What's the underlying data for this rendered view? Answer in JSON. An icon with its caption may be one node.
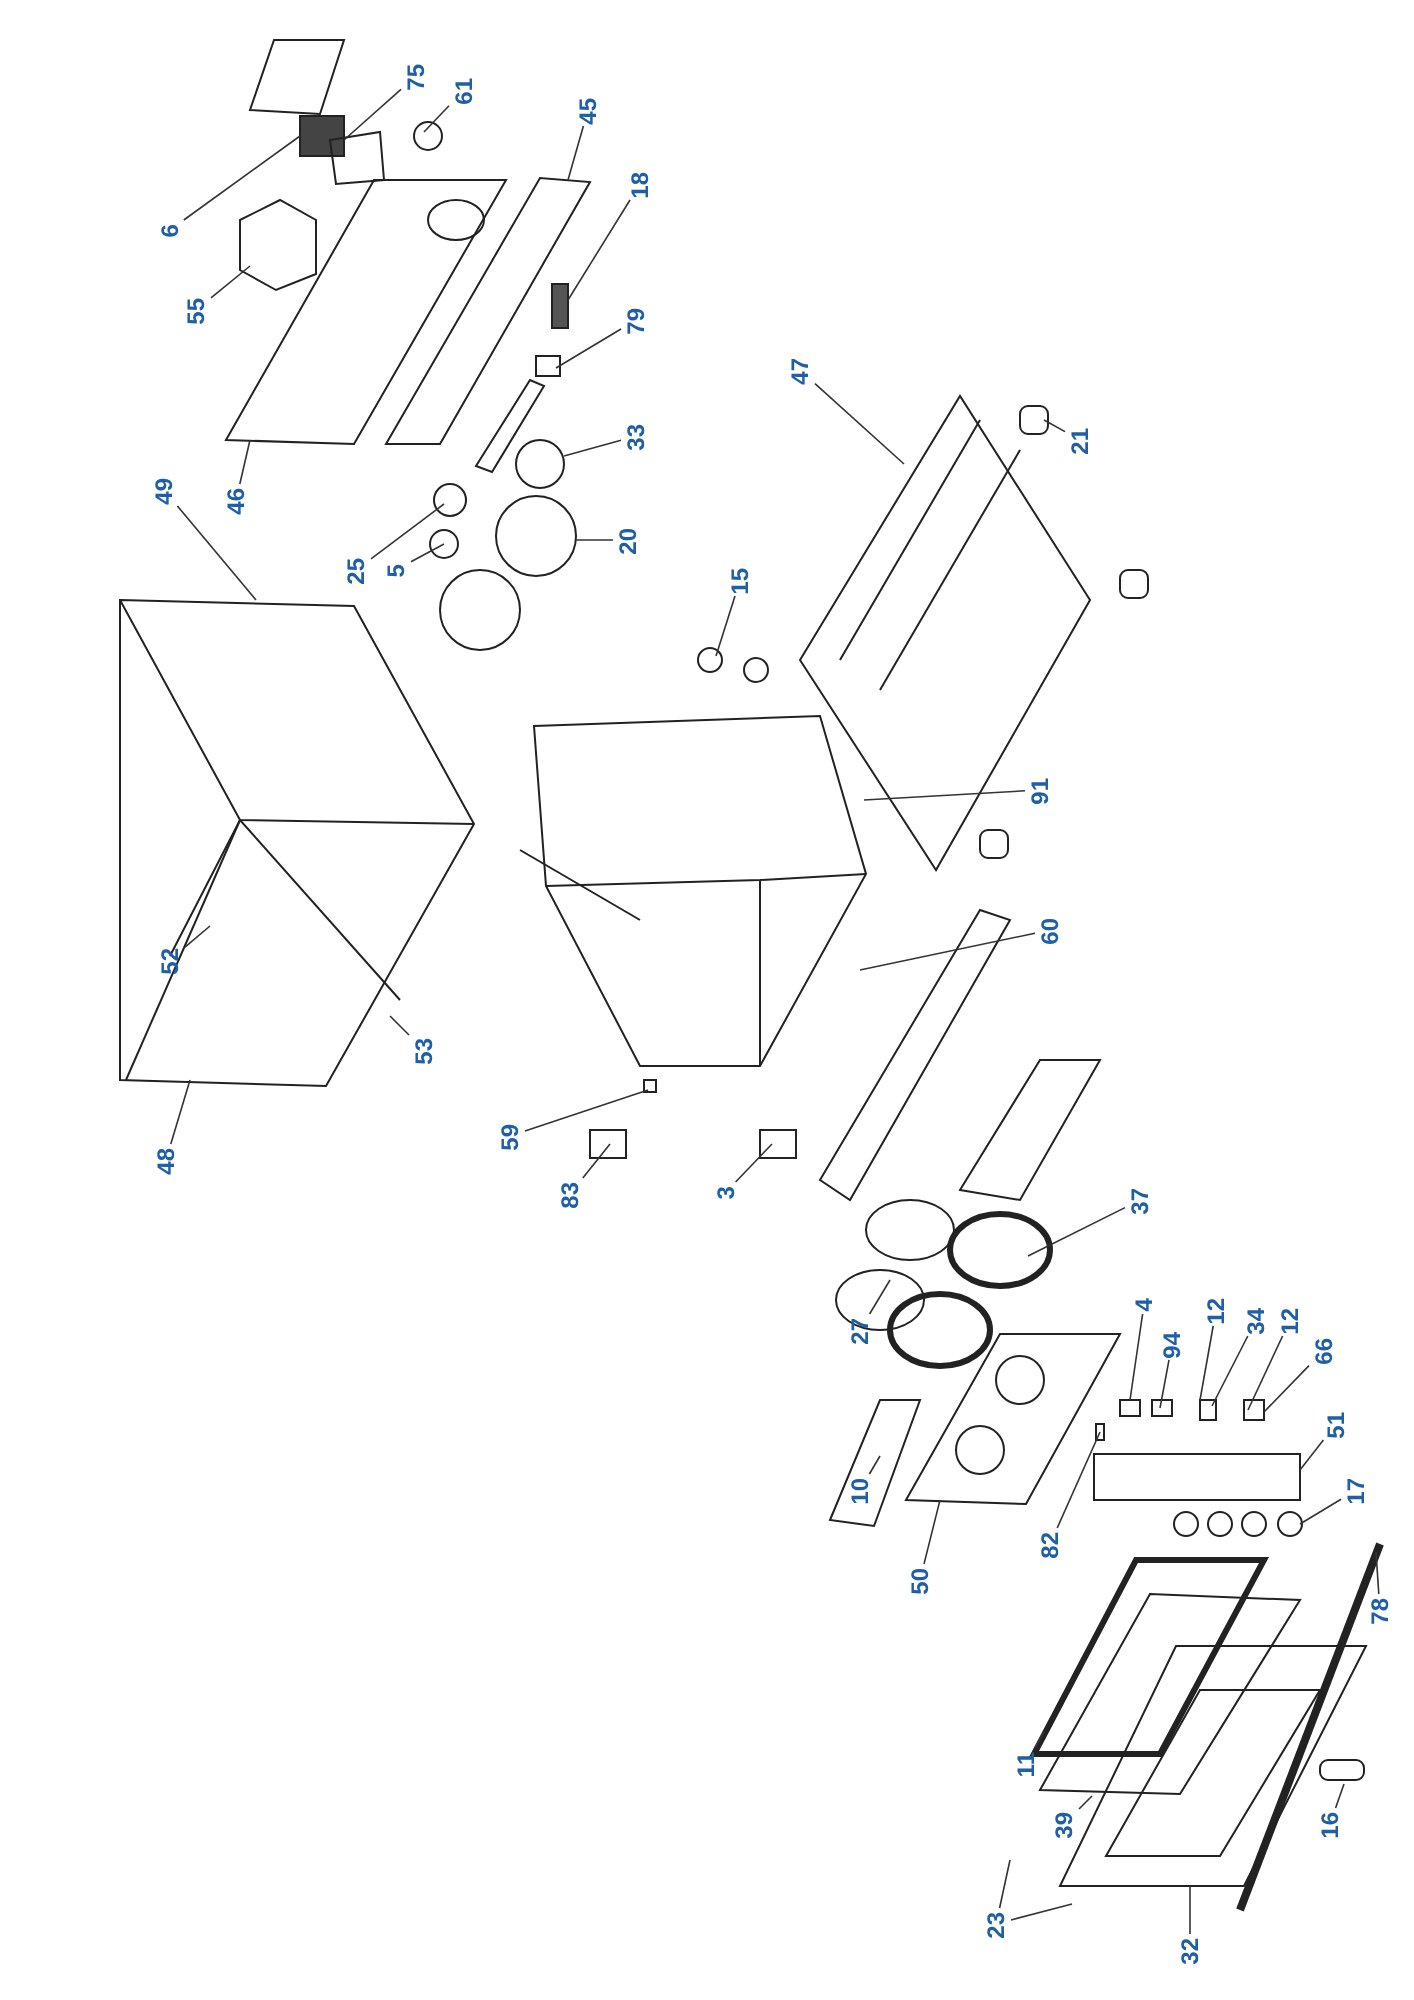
{
  "diagram": {
    "nodes": [
      {
        "text": [
          "6"
        ]
      },
      {
        "text": [
          "75"
        ]
      },
      {
        "text": [
          "61"
        ]
      },
      {
        "text": [
          "45"
        ]
      },
      {
        "text": [
          "18"
        ]
      },
      {
        "text": [
          "79"
        ]
      },
      {
        "text": [
          "33"
        ]
      },
      {
        "text": [
          "55"
        ]
      },
      {
        "text": [
          "46"
        ]
      },
      {
        "text": [
          "49"
        ]
      },
      {
        "text": [
          "25"
        ]
      },
      {
        "text": [
          "5"
        ]
      },
      {
        "text": [
          "20"
        ]
      },
      {
        "text": [
          "15"
        ]
      },
      {
        "text": [
          "47"
        ]
      },
      {
        "text": [
          "21"
        ]
      },
      {
        "text": [
          "91"
        ]
      },
      {
        "text": [
          "60"
        ]
      },
      {
        "text": [
          "52"
        ]
      },
      {
        "text": [
          "53"
        ]
      },
      {
        "text": [
          "48"
        ]
      },
      {
        "text": [
          "59"
        ]
      },
      {
        "text": [
          "83"
        ]
      },
      {
        "text": [
          "3"
        ]
      },
      {
        "text": [
          "37"
        ]
      },
      {
        "text": [
          "27"
        ]
      },
      {
        "text": [
          "10"
        ]
      },
      {
        "text": [
          "4"
        ]
      },
      {
        "text": [
          "94"
        ]
      },
      {
        "text": [
          "12"
        ]
      },
      {
        "text": [
          "34"
        ]
      },
      {
        "text": [
          "12"
        ]
      },
      {
        "text": [
          "66"
        ]
      },
      {
        "text": [
          "51"
        ]
      },
      {
        "text": [
          "17"
        ]
      },
      {
        "text": [
          "50"
        ]
      },
      {
        "text": [
          "82"
        ]
      },
      {
        "text": [
          "78"
        ]
      },
      {
        "text": [
          "11"
        ]
      },
      {
        "text": [
          "39"
        ]
      },
      {
        "text": [
          "16"
        ]
      },
      {
        "text": [
          "23"
        ]
      },
      {
        "text": [
          "32"
        ]
      }
    ],
    "edges": [
      {
        "from": 0,
        "to": null,
        "arrow": "none"
      },
      {
        "from": 1,
        "to": null,
        "arrow": "none"
      },
      {
        "from": 2,
        "to": null,
        "arrow": "none"
      },
      {
        "from": 3,
        "to": null,
        "arrow": "none"
      },
      {
        "from": 4,
        "to": null,
        "arrow": "none"
      },
      {
        "from": 5,
        "to": null,
        "arrow": "none"
      },
      {
        "from": 6,
        "to": null,
        "arrow": "none"
      },
      {
        "from": 7,
        "to": null,
        "arrow": "none"
      },
      {
        "from": 8,
        "to": null,
        "arrow": "none"
      },
      {
        "from": 9,
        "to": null,
        "arrow": "none"
      },
      {
        "from": 10,
        "to": null,
        "arrow": "none"
      },
      {
        "from": 11,
        "to": null,
        "arrow": "none"
      },
      {
        "from": 12,
        "to": null,
        "arrow": "none"
      },
      {
        "from": 13,
        "to": null,
        "arrow": "none"
      },
      {
        "from": 14,
        "to": null,
        "arrow": "none"
      },
      {
        "from": 15,
        "to": null,
        "arrow": "none"
      },
      {
        "from": 16,
        "to": null,
        "arrow": "none"
      },
      {
        "from": 17,
        "to": null,
        "arrow": "none"
      },
      {
        "from": 18,
        "to": null,
        "arrow": "none"
      },
      {
        "from": 19,
        "to": null,
        "arrow": "none"
      },
      {
        "from": 20,
        "to": null,
        "arrow": "none"
      },
      {
        "from": 21,
        "to": null,
        "arrow": "none"
      },
      {
        "from": 22,
        "to": null,
        "arrow": "none"
      },
      {
        "from": 23,
        "to": null,
        "arrow": "none"
      },
      {
        "from": 24,
        "to": null,
        "arrow": "none"
      },
      {
        "from": 25,
        "to": null,
        "arrow": "none"
      },
      {
        "from": 26,
        "to": null,
        "arrow": "none"
      },
      {
        "from": 27,
        "to": null,
        "arrow": "none"
      },
      {
        "from": 28,
        "to": null,
        "arrow": "none"
      },
      {
        "from": 29,
        "to": null,
        "arrow": "none"
      },
      {
        "from": 30,
        "to": null,
        "arrow": "none"
      },
      {
        "from": 31,
        "to": null,
        "arrow": "none"
      },
      {
        "from": 32,
        "to": null,
        "arrow": "none"
      },
      {
        "from": 33,
        "to": null,
        "arrow": "none"
      },
      {
        "from": 34,
        "to": null,
        "arrow": "none"
      },
      {
        "from": 35,
        "to": null,
        "arrow": "none"
      },
      {
        "from": 36,
        "to": null,
        "arrow": "none"
      },
      {
        "from": 37,
        "to": null,
        "arrow": "none"
      },
      {
        "from": 38,
        "to": null,
        "arrow": "none"
      },
      {
        "from": 39,
        "to": null,
        "arrow": "none"
      },
      {
        "from": 40,
        "to": null,
        "arrow": "none"
      },
      {
        "from": 41,
        "to": null,
        "arrow": "none"
      },
      {
        "from": 41,
        "to": null,
        "arrow": "none"
      },
      {
        "from": 42,
        "to": null,
        "arrow": "none"
      }
    ]
  }
}
